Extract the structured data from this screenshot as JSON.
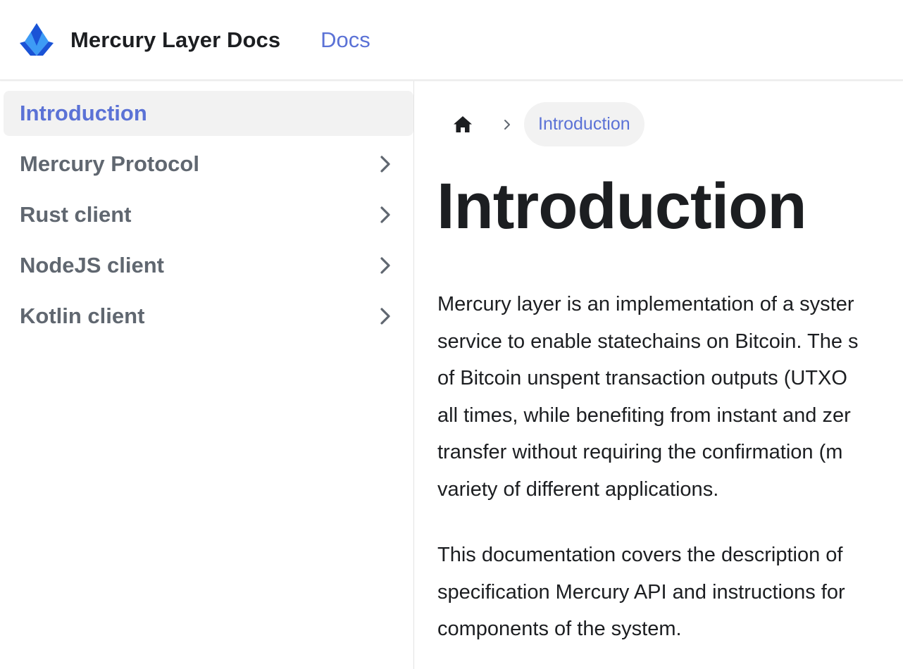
{
  "navbar": {
    "brand_title": "Mercury Layer Docs",
    "logo_icon": "mercury-diamond-logo",
    "docs_link": "Docs"
  },
  "sidebar": {
    "items": [
      {
        "label": "Introduction",
        "active": true,
        "has_children": false
      },
      {
        "label": "Mercury Protocol",
        "active": false,
        "has_children": true,
        "icon": "chevron-right-icon"
      },
      {
        "label": "Rust client",
        "active": false,
        "has_children": true,
        "icon": "chevron-right-icon"
      },
      {
        "label": "NodeJS client",
        "active": false,
        "has_children": true,
        "icon": "chevron-right-icon"
      },
      {
        "label": "Kotlin client",
        "active": false,
        "has_children": true,
        "icon": "chevron-right-icon"
      }
    ]
  },
  "breadcrumb": {
    "home_icon": "home-icon",
    "separator_icon": "chevron-right-icon",
    "current": "Introduction"
  },
  "main": {
    "title": "Introduction",
    "paragraph1_lines": [
      "Mercury layer is an implementation of a syster",
      "service to enable statechains on Bitcoin. The s",
      "of Bitcoin unspent transaction outputs (UTXO",
      "all times, while benefiting from instant and zer",
      "transfer without requiring the confirmation (m",
      "variety of different applications."
    ],
    "paragraph2_lines": [
      "This documentation covers the description of",
      "specification Mercury API and instructions for",
      "components of the system."
    ]
  },
  "colors": {
    "accent": "#5b72d6",
    "text": "#1c1e21",
    "sidebar_text": "#606770",
    "active_bg": "#f2f2f2",
    "logo_dark": "#1a53d6",
    "logo_light": "#3d9bf5"
  }
}
